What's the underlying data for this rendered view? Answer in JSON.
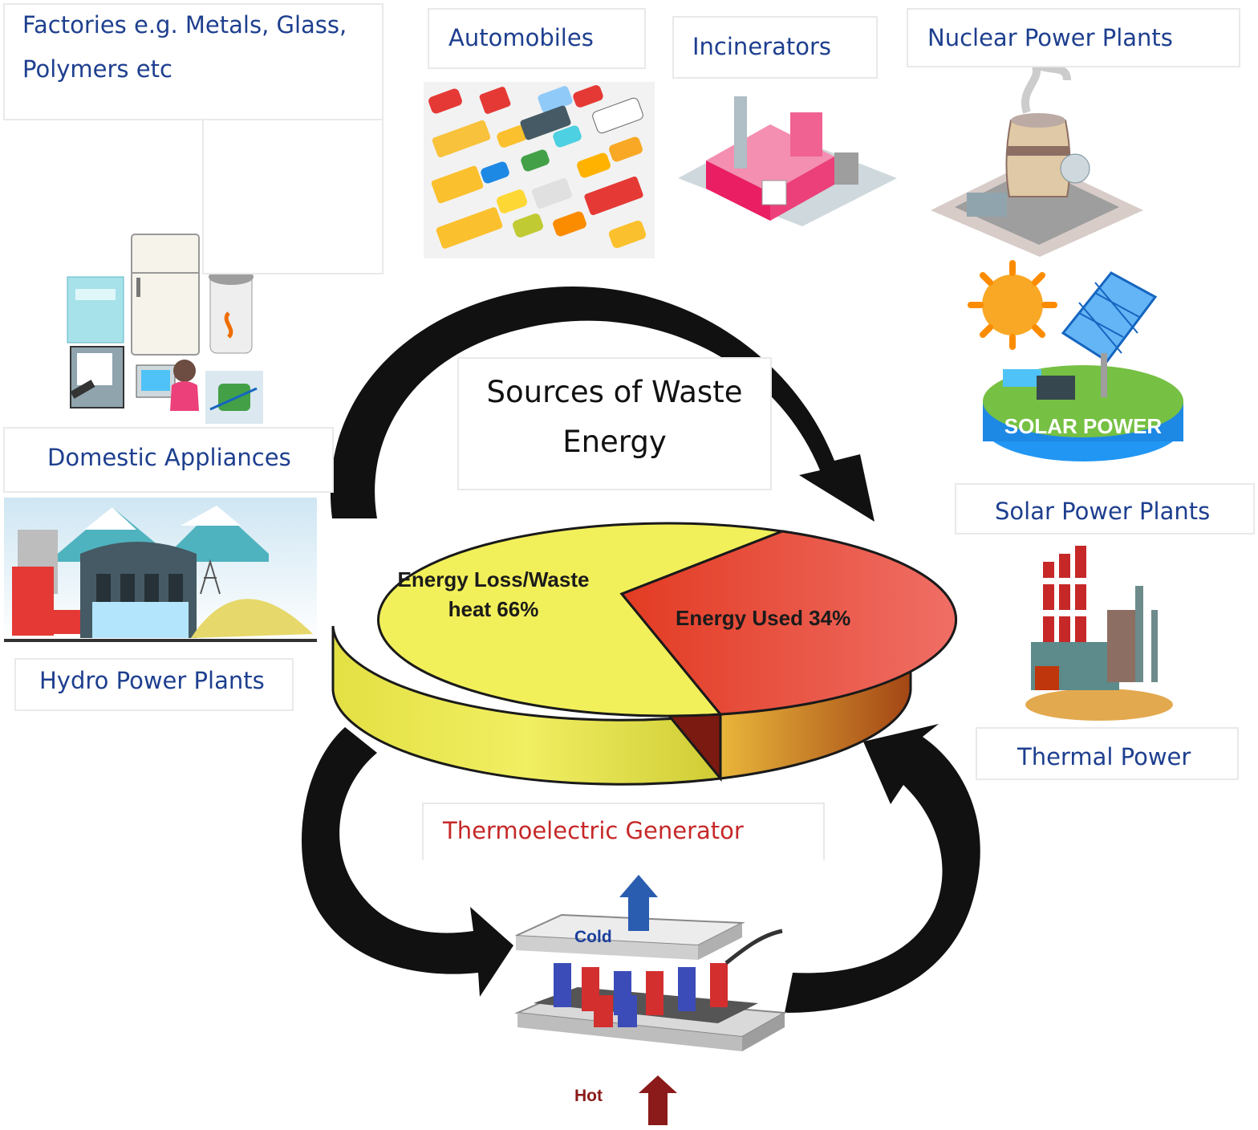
{
  "title_lines": [
    "Sources of Waste",
    "Energy"
  ],
  "sources": {
    "factories": [
      "Factories e.g. Metals, Glass,",
      "Polymers etc"
    ],
    "automobiles": "Automobiles",
    "incinerators": "Incinerators",
    "nuclear": "Nuclear Power Plants",
    "domestic": "Domestic Appliances",
    "solar": "Solar Power Plants",
    "solar_badge": "SOLAR POWER",
    "hydro": "Hydro Power Plants",
    "thermal": "Thermal Power"
  },
  "chart_data": {
    "type": "pie",
    "slices": [
      {
        "label_lines": [
          "Energy Loss/Waste",
          "heat 66%"
        ],
        "value": 66,
        "color": "#f2f05a"
      },
      {
        "label_lines": [
          "Energy Used 34%"
        ],
        "value": 34,
        "color": "#e4452a"
      }
    ]
  },
  "teg": {
    "title": "Thermoelectric Generator",
    "cold": "Cold",
    "hot": "Hot"
  },
  "colors": {
    "label_blue": "#1e3f8f",
    "teg_red": "#c62828",
    "arrow": "#111111",
    "cold_arrow": "#2a5db0",
    "hot_arrow": "#8b1a1a"
  }
}
